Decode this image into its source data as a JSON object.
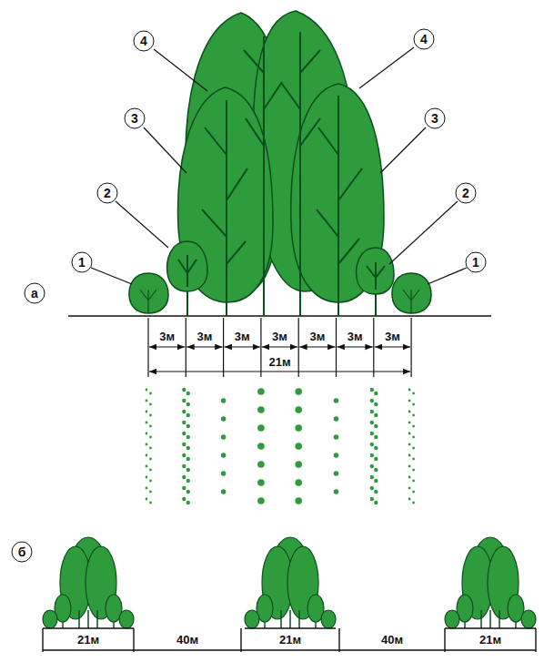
{
  "diagram": {
    "labels": [
      "4",
      "4",
      "3",
      "3",
      "2",
      "2",
      "1",
      "1",
      "а",
      "3м",
      "3м",
      "3м",
      "3м",
      "3м",
      "3м",
      "3м",
      "21м",
      "б",
      "21м",
      "40м",
      "21м",
      "40м",
      "21м"
    ]
  }
}
